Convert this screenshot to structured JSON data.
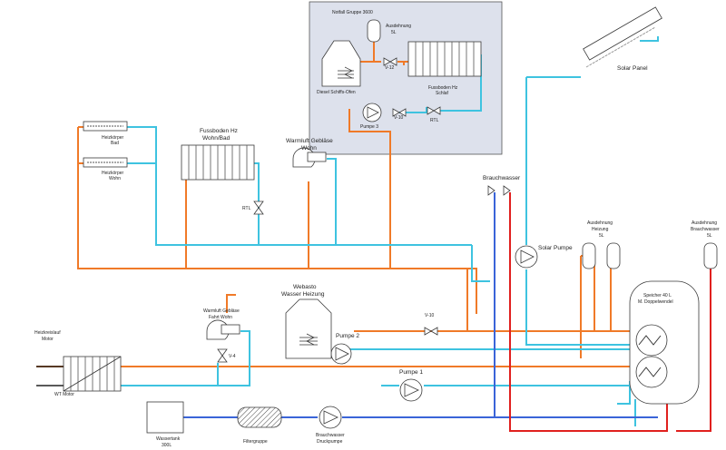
{
  "labels": {
    "notfall_gruppe": "Notfall Gruppe 3600",
    "ausdehnung_top_1": "Ausdehnung",
    "ausdehnung_top_2": "5L",
    "diesel_ofen": "Diesel Schiffs-Ofen",
    "fussboden_schlaf_1": "Fussboden Hz",
    "fussboden_schlaf_2": "Schlaf",
    "pumpe3": "Pumpe 3",
    "rtl_top": "RTL",
    "v10_top": "V-10",
    "v12": "V-12",
    "solar_panel": "Solar Panel",
    "heizkoerper_bad_1": "Heizkörper",
    "heizkoerper_bad_2": "Bad",
    "heizkoerper_wohn_1": "Heizkörper",
    "heizkoerper_wohn_2": "Wohn",
    "fussboden_wohn_1": "Fussboden Hz",
    "fussboden_wohn_2": "Wohn/Bad",
    "warmluft_wohn_1": "Warmluft Gebläse",
    "warmluft_wohn_2": "Wohn",
    "rtl_mid": "RTL",
    "brauchwasser": "Brauchwasser",
    "solar_pumpe": "Solar Pumpe",
    "ausdehnung_heizung_1": "Ausdehnung",
    "ausdehnung_heizung_2": "Heizung",
    "ausdehnung_heizung_3": "5L",
    "ausdehnung_brauch_1": "Ausdehnung",
    "ausdehnung_brauch_2": "Brauchwasser",
    "ausdehnung_brauch_3": "5L",
    "webasto_1": "Webasto",
    "webasto_2": "Wasser Heizung",
    "warmluft_fahrt_1": "Warmluft Gebläse",
    "warmluft_fahrt_2": "Fahrt Wohn",
    "v4": "V-4",
    "pumpe2": "Pumpe 2",
    "v10_mid": "V-10",
    "speicher_1": "Speicher 40 L",
    "speicher_2": "M. Doppelwendel",
    "heizkreislauf_1": "Heizkreislauf",
    "heizkreislauf_2": "Motor",
    "wt_motor": "WT Motor",
    "pumpe1": "Pumpe 1",
    "wassertank_1": "Wassertank",
    "wassertank_2": "300L",
    "filtergruppe": "Filtergruppe",
    "druckpumpe_1": "Brauchwasser",
    "druckpumpe_2": "Druckpumpe"
  },
  "colors": {
    "hot": "#f07a28",
    "cold": "#3ec3e0",
    "fresh": "#3a64d8",
    "red": "#e0201e",
    "panel": "#dde1ec",
    "stroke": "#3a3a3a"
  }
}
